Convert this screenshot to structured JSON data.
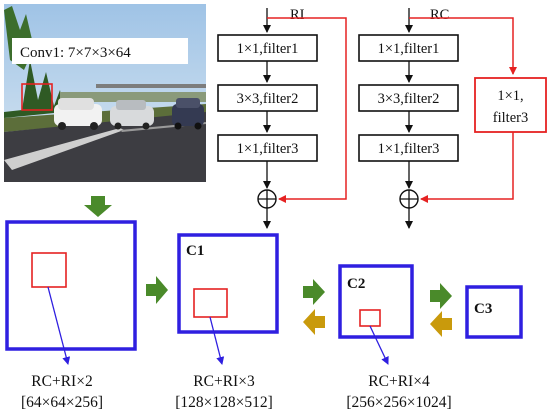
{
  "photo": {
    "label": "Conv1: 7×7×3×64"
  },
  "blocks": {
    "ri": {
      "title": "RI",
      "boxes": [
        "1×1,filter1",
        "3×3,filter2",
        "1×1,filter3"
      ]
    },
    "rc": {
      "title": "RC",
      "boxes": [
        "1×1,filter1",
        "3×3,filter2",
        "1×1,filter3"
      ],
      "shortcut_lines": [
        "1×1,",
        "filter3"
      ]
    }
  },
  "stages": {
    "c1": "C1",
    "c2": "C2",
    "c3": "C3"
  },
  "captions": [
    {
      "line1": "RC+RI×2",
      "line2": "[64×64×256]"
    },
    {
      "line1": "RC+RI×3",
      "line2": "[128×128×512]"
    },
    {
      "line1": "RC+RI×4",
      "line2": "[256×256×1024]"
    }
  ],
  "colors": {
    "blue": "#2f1fe0",
    "red": "#e52222",
    "green": "#4a8a2a",
    "gold": "#c99a0c",
    "black": "#111111"
  }
}
